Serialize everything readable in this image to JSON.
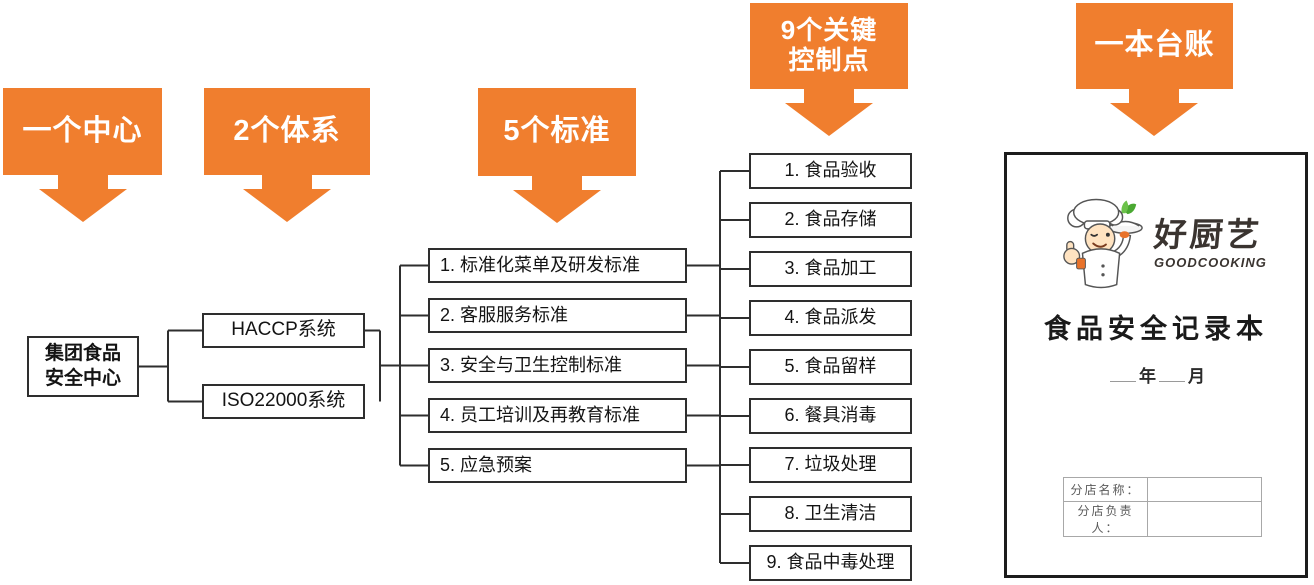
{
  "diagram": {
    "banners": [
      {
        "label": "一个中心"
      },
      {
        "label": "2个体系"
      },
      {
        "label": "5个标准"
      },
      {
        "label": "9个关键\n控制点"
      },
      {
        "label": "一本台账"
      }
    ],
    "center_node": {
      "label": "集团食品\n安全中心"
    },
    "systems": [
      {
        "label": "HACCP系统"
      },
      {
        "label": "ISO22000系统"
      }
    ],
    "standards": [
      {
        "label": "1. 标准化菜单及研发标准"
      },
      {
        "label": "2. 客服服务标准"
      },
      {
        "label": "3. 安全与卫生控制标准"
      },
      {
        "label": "4. 员工培训及再教育标准"
      },
      {
        "label": "5. 应急预案"
      }
    ],
    "control_points": [
      {
        "label": "1. 食品验收"
      },
      {
        "label": "2. 食品存储"
      },
      {
        "label": "3. 食品加工"
      },
      {
        "label": "4. 食品派发"
      },
      {
        "label": "5. 食品留样"
      },
      {
        "label": "6. 餐具消毒"
      },
      {
        "label": "7. 垃圾处理"
      },
      {
        "label": "8. 卫生清洁"
      },
      {
        "label": "9. 食品中毒处理"
      }
    ]
  },
  "ledger": {
    "brand_cn": "好厨艺",
    "brand_en": "GOODCOOKING",
    "title": "食品安全记录本",
    "year_label": "年",
    "month_label": "月",
    "fields": [
      {
        "label": "分店名称："
      },
      {
        "label": "分店负责人："
      }
    ]
  },
  "colors": {
    "accent_orange": "#F07E2E",
    "line_dark": "#2e2e2e",
    "leaf_green": "#4aa832",
    "cuff_orange": "#e8722a"
  }
}
